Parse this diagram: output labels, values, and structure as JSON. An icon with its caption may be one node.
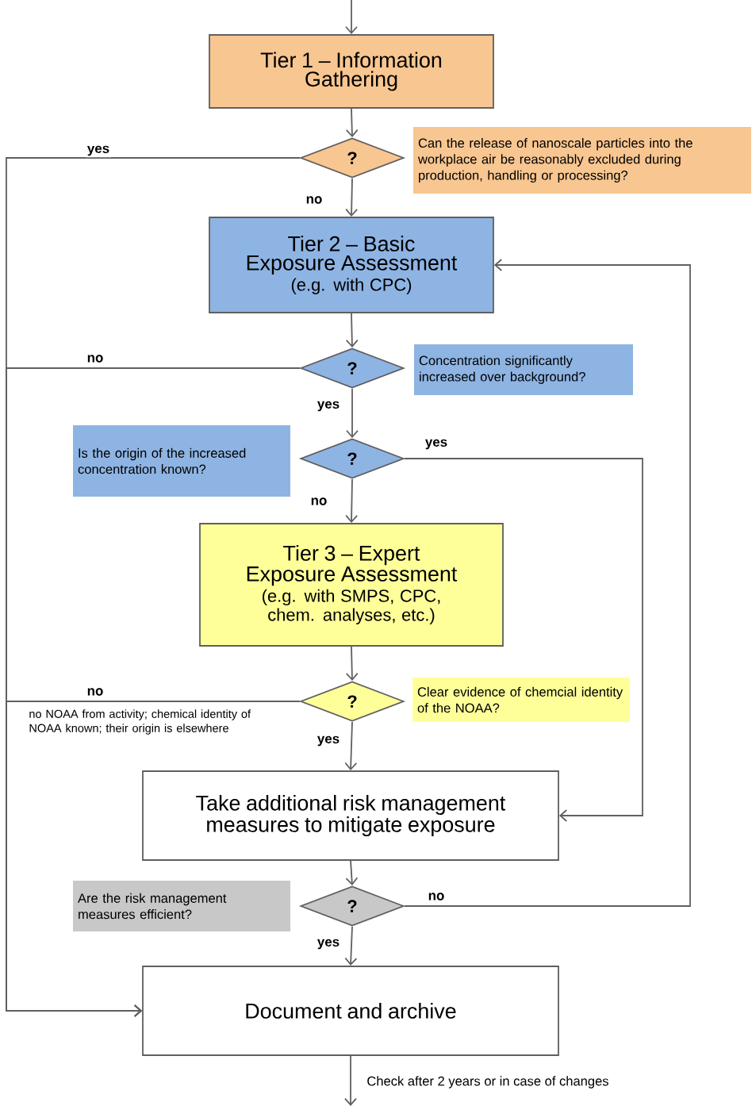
{
  "diagram": {
    "nodes": [
      {
        "text": [
          "Tier 1 – Information Gathering"
        ]
      },
      {
        "text": [
          "?"
        ]
      },
      {
        "text": [
          "Can the release of nanoscale particles into the workplace air be reasonably excluded during production, handling or processing?"
        ]
      },
      {
        "text": [
          "Tier 2 – Basic Exposure Assessment",
          "(e.g. with CPC)"
        ]
      },
      {
        "text": [
          "?"
        ]
      },
      {
        "text": [
          "Concentration significantly increased over background?"
        ]
      },
      {
        "text": [
          "Is the origin of the increased concentration known?"
        ]
      },
      {
        "text": [
          "?"
        ]
      },
      {
        "text": [
          "Tier 3 – Expert Exposure Assessment",
          "(e.g. with SMPS, CPC, chem. analyses, etc.)"
        ]
      },
      {
        "text": [
          "?"
        ]
      },
      {
        "text": [
          "Clear evidence of chemcial identity of the NOAA?"
        ]
      },
      {
        "text": [
          "Take additional risk management measures to mitigate exposure"
        ]
      },
      {
        "text": [
          "Are the risk management measures efficient?"
        ]
      },
      {
        "text": [
          "?"
        ]
      },
      {
        "text": [
          "Document and archive"
        ]
      }
    ],
    "edges": [
      {
        "from": null,
        "to": 0,
        "arrow": "to"
      },
      {
        "from": 0,
        "to": 1,
        "arrow": "to"
      },
      {
        "from": 1,
        "to": 3,
        "arrow": "to",
        "label": "no"
      },
      {
        "from": 1,
        "to": 14,
        "arrow": "to",
        "label": "yes"
      },
      {
        "from": 3,
        "to": 4,
        "arrow": "to"
      },
      {
        "from": 4,
        "to": 14,
        "arrow": "to",
        "label": "no"
      },
      {
        "from": 4,
        "to": 7,
        "arrow": "to",
        "label": "yes"
      },
      {
        "from": 7,
        "to": 11,
        "arrow": "to",
        "label": "yes"
      },
      {
        "from": 7,
        "to": 8,
        "arrow": "to",
        "label": "no"
      },
      {
        "from": 8,
        "to": 9,
        "arrow": "to"
      },
      {
        "from": 9,
        "to": 14,
        "arrow": "to",
        "label": "no"
      },
      {
        "from": 9,
        "to": 11,
        "arrow": "to",
        "label": "yes"
      },
      {
        "from": 11,
        "to": 13,
        "arrow": "to"
      },
      {
        "from": 13,
        "to": 14,
        "arrow": "to",
        "label": "yes"
      },
      {
        "from": 13,
        "to": 3,
        "arrow": "to",
        "label": "no"
      },
      {
        "from": 14,
        "to": null,
        "arrow": "to",
        "label": "Check after 2 years or in case of changes"
      }
    ],
    "labels": [
      "no  NOAA from activity; chemical identity of NOAA known; their origin is elsewhere"
    ]
  }
}
